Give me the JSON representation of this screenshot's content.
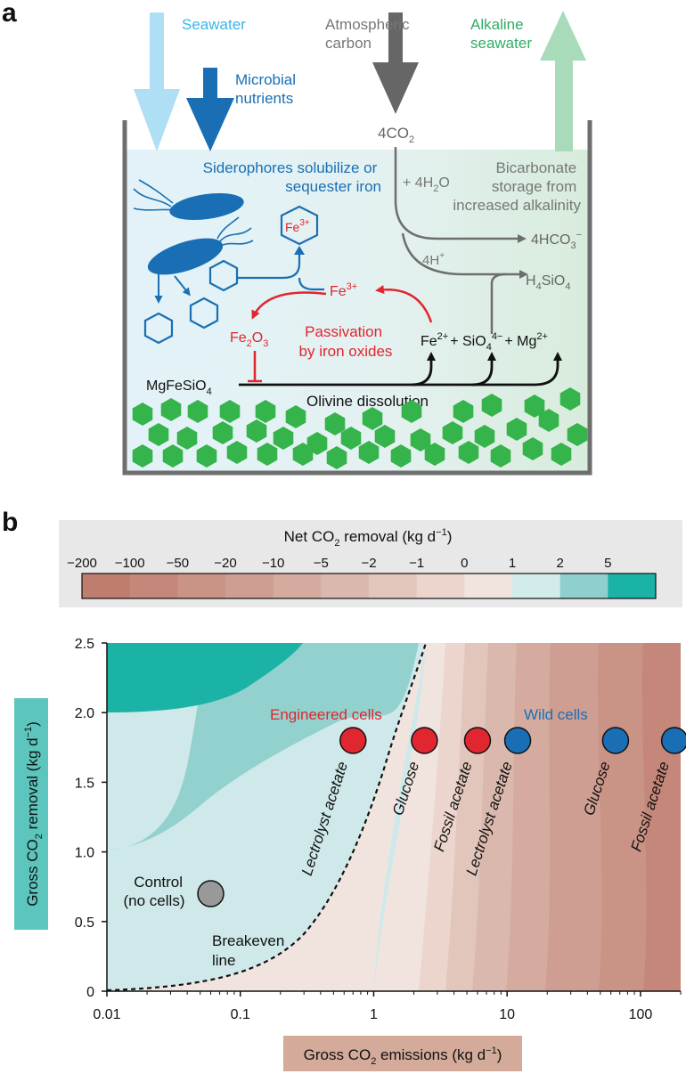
{
  "panel_a": {
    "label": "a",
    "seawater": "Seawater",
    "nutrients": [
      "Microbial",
      "nutrients"
    ],
    "atm": [
      "Atmospheric",
      "carbon"
    ],
    "alkaline": [
      "Alkaline",
      "seawater"
    ],
    "co2": "4CO",
    "co2_sub": "2",
    "water": "+ 4H",
    "water_sub": "2",
    "water_tail": "O",
    "bicarb": [
      "Bicarbonate",
      "storage from",
      "increased alkalinity"
    ],
    "hco3": "4HCO",
    "hco3_sub": "3",
    "hco3_sup": "−",
    "h4": "4H",
    "h4_sup": "+",
    "h4sio4": [
      "H",
      "4",
      "SiO",
      "4"
    ],
    "siderophores": [
      "Siderophores solubilize or",
      "sequester iron"
    ],
    "fe3_hex": "Fe",
    "fe3_hex_sup": "3+",
    "fe3": "Fe",
    "fe3_sup": "3+",
    "fe2o3": [
      "Fe",
      "2",
      "O",
      "3"
    ],
    "passivation": [
      "Passivation",
      "by iron oxides"
    ],
    "fe2": "Fe",
    "fe2_sup": "2+",
    "sio4": "+ SiO",
    "sio4_sub": "4",
    "sio4_sup": "4−",
    "mg": "+ Mg",
    "mg_sup": "2+",
    "mineral": [
      "MgFeSiO",
      "4"
    ],
    "dissolution": "Olivine dissolution",
    "colors": {
      "seawater": "#36b6e8",
      "nutrients": "#1a6fb4",
      "atm": "#666666",
      "alkaline": "#2fad64",
      "red": "#e0262f"
    }
  },
  "panel_b": {
    "label": "b",
    "colorbar_title": "Net CO",
    "colorbar_title_sub": "2",
    "colorbar_title_tail": " removal (kg d",
    "colorbar_title_sup": "−1",
    "colorbar_title_end": ")",
    "colorbar_ticks": [
      "−200",
      "−100",
      "−50",
      "−20",
      "−10",
      "−5",
      "−2",
      "−1",
      "0",
      "1",
      "2",
      "5"
    ],
    "colorbar_colors": [
      "#bf7d6e",
      "#c4877a",
      "#c99386",
      "#cf9e92",
      "#d5ab9f",
      "#dbb8ad",
      "#e2c6bc",
      "#ebd5cd",
      "#f1e4de",
      "#d2ecec",
      "#8fcfcd",
      "#1cb3a7"
    ],
    "y_label": "Gross CO",
    "y_label_sub": "2",
    "y_label_tail": " removal (kg d",
    "y_label_sup": "−1",
    "y_label_end": ")",
    "x_label": "Gross CO",
    "x_label_sub": "2",
    "x_label_tail": " emissions (kg d",
    "x_label_sup": "−1",
    "x_label_end": ")",
    "engineered_label": "Engineered cells",
    "wild_label": "Wild cells",
    "control_label": [
      "Control",
      "(no cells)"
    ],
    "breakeven_label": [
      "Breakeven",
      "line"
    ]
  },
  "chart_data": {
    "type": "scatter",
    "x_scale": "log",
    "xlim": [
      0.01,
      200
    ],
    "ylim": [
      0,
      2.5
    ],
    "x_ticks": [
      "0.01",
      "0.1",
      "1",
      "10",
      "100"
    ],
    "x_tick_values": [
      0.01,
      0.1,
      1,
      10,
      100
    ],
    "y_ticks": [
      "0",
      "0.5",
      "1.0",
      "1.5",
      "2.0",
      "2.5"
    ],
    "y_tick_values": [
      0,
      0.5,
      1.0,
      1.5,
      2.0,
      2.5
    ],
    "series": [
      {
        "name": "Engineered cells",
        "color": "#e0262f",
        "points": [
          {
            "label": "Lectrolyst acetate",
            "x": 0.7,
            "y": 1.8
          },
          {
            "label": "Glucose",
            "x": 2.4,
            "y": 1.8
          },
          {
            "label": "Fossil acetate",
            "x": 6.0,
            "y": 1.8
          }
        ]
      },
      {
        "name": "Wild cells",
        "color": "#1a6fb4",
        "points": [
          {
            "label": "Lectrolyst acetate",
            "x": 12,
            "y": 1.8
          },
          {
            "label": "Glucose",
            "x": 65,
            "y": 1.8
          },
          {
            "label": "Fossil acetate",
            "x": 180,
            "y": 1.8
          }
        ]
      },
      {
        "name": "Control (no cells)",
        "color": "#999999",
        "points": [
          {
            "label": "Control (no cells)",
            "x": 0.06,
            "y": 0.7
          }
        ]
      }
    ]
  }
}
